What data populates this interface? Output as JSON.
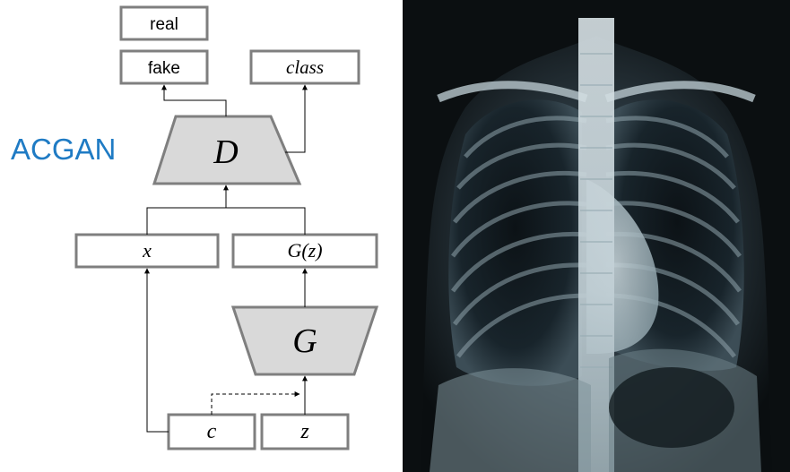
{
  "diagram": {
    "title": "ACGAN",
    "nodes": {
      "real": "real",
      "fake": "fake",
      "class": "class",
      "discriminator": "D",
      "x": "x",
      "gz": "G(z)",
      "generator": "G",
      "c": "c",
      "z": "z"
    },
    "colors": {
      "title": "#1f7bc4",
      "box_stroke": "#7f7f7f",
      "trapezoid_fill": "#d9d9d9"
    }
  },
  "image": {
    "subject": "chest-xray"
  }
}
